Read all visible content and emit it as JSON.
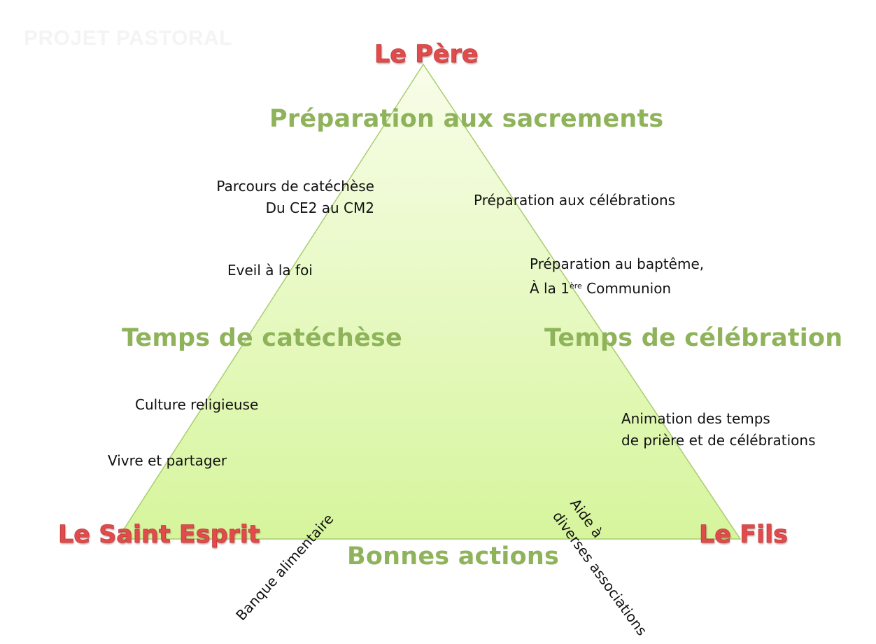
{
  "watermark": "PROJET PASTORAL",
  "vertices": {
    "top": "Le Père",
    "bottom_left": "Le Saint Esprit",
    "bottom_right": "Le Fils"
  },
  "headings": {
    "top": "Préparation aux sacrements",
    "left": "Temps de catéchèse",
    "right": "Temps de célébration",
    "bottom": "Bonnes actions"
  },
  "left_items": {
    "parcours_line1": "Parcours  de catéchèse",
    "parcours_line2": "Du CE2 au CM2",
    "eveil": "Eveil à la foi",
    "culture": "Culture religieuse",
    "vivre": "Vivre et partager"
  },
  "right_items": {
    "celebrations": "Préparation aux célébrations",
    "bapteme_line1": "Préparation au baptême,",
    "communion_prefix": "À la 1",
    "communion_sup": "ère",
    "communion_suffix": " Communion",
    "animation_line1": "Animation des temps",
    "animation_line2": "de prière et de célébrations"
  },
  "bottom_items": {
    "banque": "Banque alimentaire",
    "aide_line1": "Aide à",
    "aide_line2": "diverses associations"
  },
  "colors": {
    "triangle_top": "#f8fde9",
    "triangle_bottom": "#d6f59c",
    "triangle_edge": "#a9cd6e",
    "heading": "#8fb35a",
    "vertex": "#e14b4b"
  }
}
